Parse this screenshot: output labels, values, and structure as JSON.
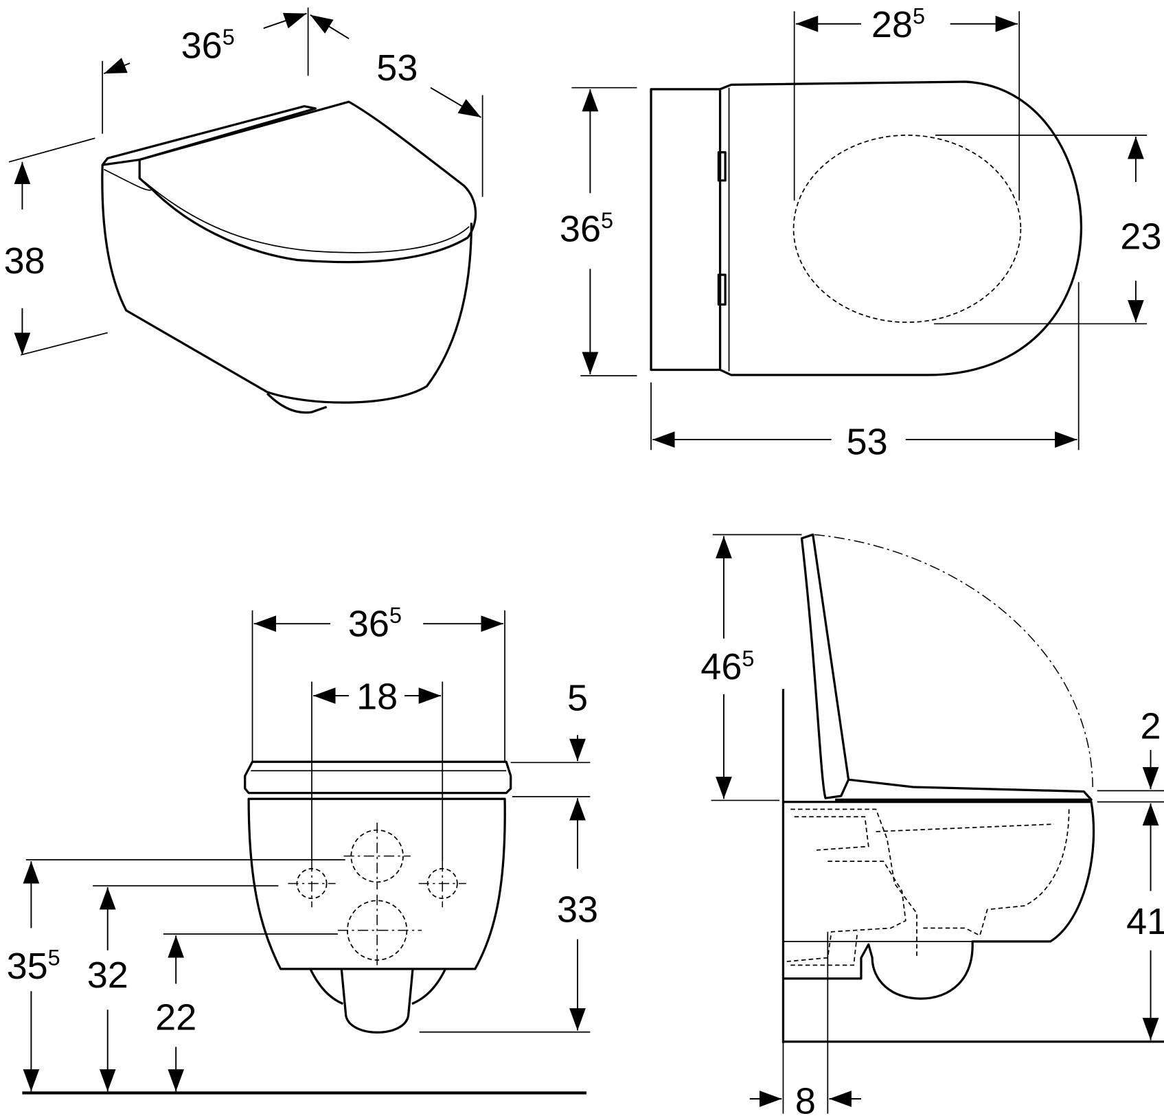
{
  "title": "Wall-hung WC dimension drawing",
  "colors": {
    "line": "#000000",
    "background": "#ffffff"
  },
  "views": {
    "iso": {
      "width": {
        "value": "36",
        "sup": "5"
      },
      "depth": {
        "value": "53",
        "sup": ""
      },
      "height": {
        "value": "38",
        "sup": ""
      }
    },
    "plan": {
      "seat_opening_width": {
        "value": "28",
        "sup": "5"
      },
      "width": {
        "value": "36",
        "sup": "5"
      },
      "seat_opening_depth": {
        "value": "23",
        "sup": ""
      },
      "length": {
        "value": "53",
        "sup": ""
      }
    },
    "front": {
      "width": {
        "value": "36",
        "sup": "5"
      },
      "fixing_distance": {
        "value": "18",
        "sup": ""
      },
      "seat_thickness": {
        "value": "5",
        "sup": ""
      },
      "bowl_height": {
        "value": "33",
        "sup": ""
      },
      "upper_inlet_height": {
        "value": "35",
        "sup": "5"
      },
      "fixing_height": {
        "value": "32",
        "sup": ""
      },
      "outlet_height": {
        "value": "22",
        "sup": ""
      }
    },
    "side": {
      "lid_open_height": {
        "value": "46",
        "sup": "5"
      },
      "seat_offset": {
        "value": "2",
        "sup": ""
      },
      "rim_height": {
        "value": "41",
        "sup": ""
      },
      "outlet_projection": {
        "value": "8",
        "sup": ""
      }
    }
  }
}
